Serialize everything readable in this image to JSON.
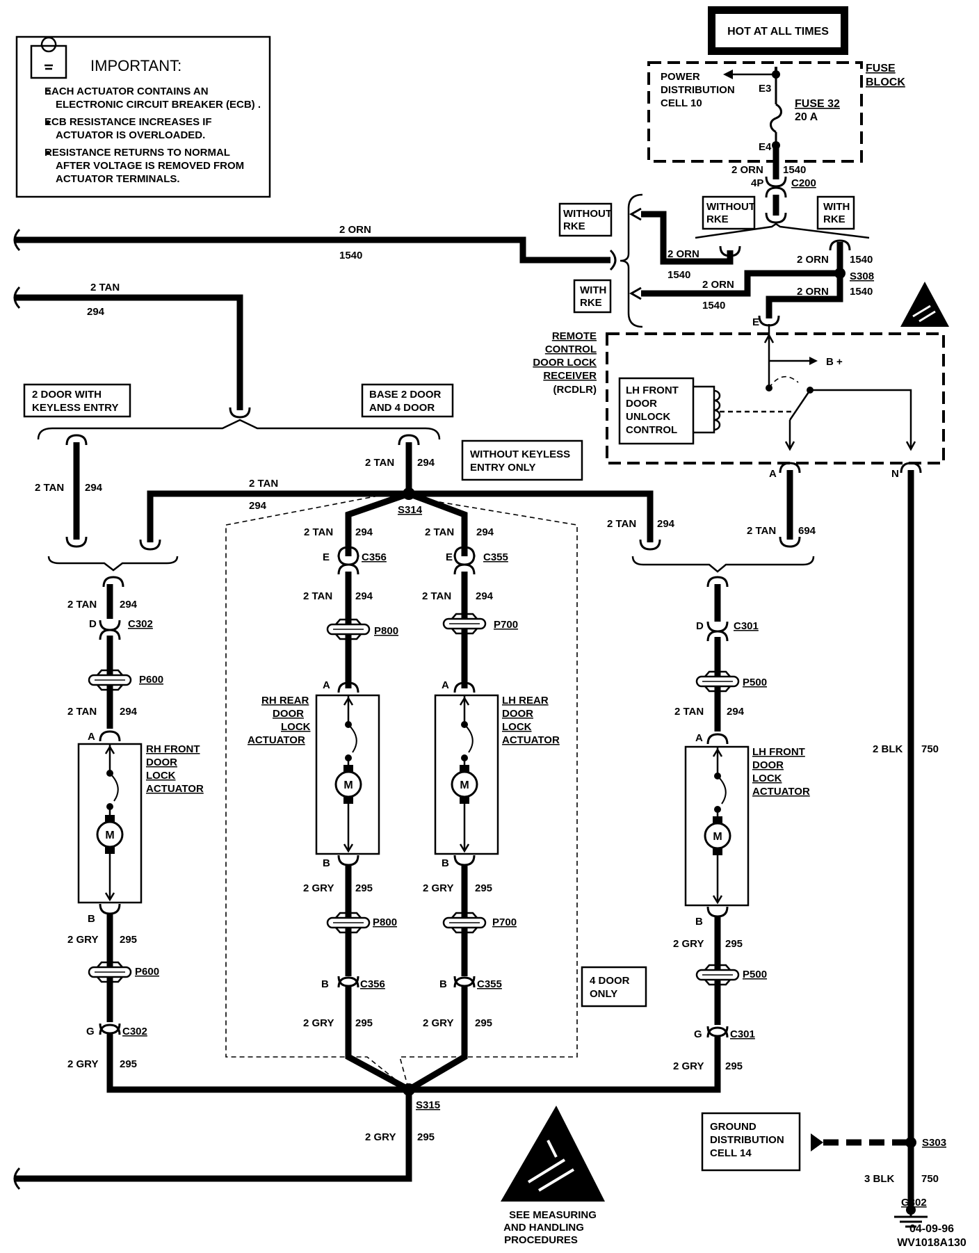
{
  "important": {
    "title": "IMPORTANT:",
    "bullets": [
      [
        "EACH ACTUATOR CONTAINS AN",
        "ELECTRONIC CIRCUIT BREAKER (ECB) ."
      ],
      [
        "ECB RESISTANCE INCREASES IF",
        "ACTUATOR IS OVERLOADED."
      ],
      [
        "RESISTANCE RETURNS TO NORMAL",
        "AFTER VOLTAGE IS REMOVED FROM",
        "ACTUATOR TERMINALS."
      ]
    ]
  },
  "hot_label": "HOT AT ALL TIMES",
  "fuse_block": {
    "label_lines": [
      "FUSE",
      "BLOCK"
    ],
    "cell_lines": [
      "POWER",
      "DISTRIBUTION",
      "CELL 10"
    ],
    "fuse_lines": [
      "FUSE 32",
      "20 A"
    ],
    "pin_top": "E3",
    "pin_bottom": "E4"
  },
  "boxes": {
    "without_rke_left": [
      "WITHOUT",
      "RKE"
    ],
    "without_rke_mid": [
      "WITHOUT",
      "RKE"
    ],
    "with_rke_right": [
      "WITH",
      "RKE"
    ],
    "with_rke_left": [
      "WITH",
      "RKE"
    ],
    "two_door_keyless": [
      "2 DOOR WITH",
      "KEYLESS ENTRY"
    ],
    "base_2_4_door": [
      "BASE 2 DOOR",
      "AND 4 DOOR"
    ],
    "without_keyless": [
      "WITHOUT KEYLESS",
      "ENTRY ONLY"
    ],
    "four_door_only": [
      "4 DOOR",
      "ONLY"
    ],
    "ground_cell": [
      "GROUND",
      "DISTRIBUTION",
      "CELL 14"
    ]
  },
  "rcdlr": {
    "label_lines": [
      "REMOTE",
      "CONTROL",
      "DOOR LOCK",
      "RECEIVER"
    ],
    "abbr": "(RCDLR)",
    "unlock_lines": [
      "LH FRONT",
      "DOOR",
      "UNLOCK",
      "CONTROL"
    ],
    "bplus": "B +",
    "pin_e": "E",
    "pin_a": "A",
    "pin_n": "N"
  },
  "actuators": {
    "rh_front": [
      "RH FRONT",
      "DOOR",
      "LOCK",
      "ACTUATOR"
    ],
    "rh_rear": [
      "RH REAR",
      "DOOR",
      "LOCK",
      "ACTUATOR"
    ],
    "lh_rear": [
      "LH REAR",
      "DOOR",
      "LOCK",
      "ACTUATOR"
    ],
    "lh_front": [
      "LH FRONT",
      "DOOR",
      "LOCK",
      "ACTUATOR"
    ],
    "motor": "M"
  },
  "connectors": {
    "c200": "C200",
    "c200_pins": "4P",
    "s308": "S308",
    "s314": "S314",
    "s315": "S315",
    "s303": "S303",
    "g302": "G302",
    "c302": "C302",
    "c356": "C356",
    "c355": "C355",
    "c301": "C301",
    "p600": "P600",
    "p800": "P800",
    "p700": "P700",
    "p500": "P500",
    "pin_a": "A",
    "pin_b": "B",
    "pin_d": "D",
    "pin_e": "E",
    "pin_g": "G"
  },
  "wire": {
    "orn": "2 ORN",
    "n1540": "1540",
    "tan": "2 TAN",
    "n294": "294",
    "n694": "694",
    "gry": "2 GRY",
    "n295": "295",
    "blk2": "2 BLK",
    "blk3": "3 BLK",
    "n750": "750"
  },
  "esd_note": [
    "SEE MEASURING",
    "AND HANDLING",
    "PROCEDURES"
  ],
  "footer": {
    "date": "04-09-96",
    "code": "WV1018A130"
  }
}
